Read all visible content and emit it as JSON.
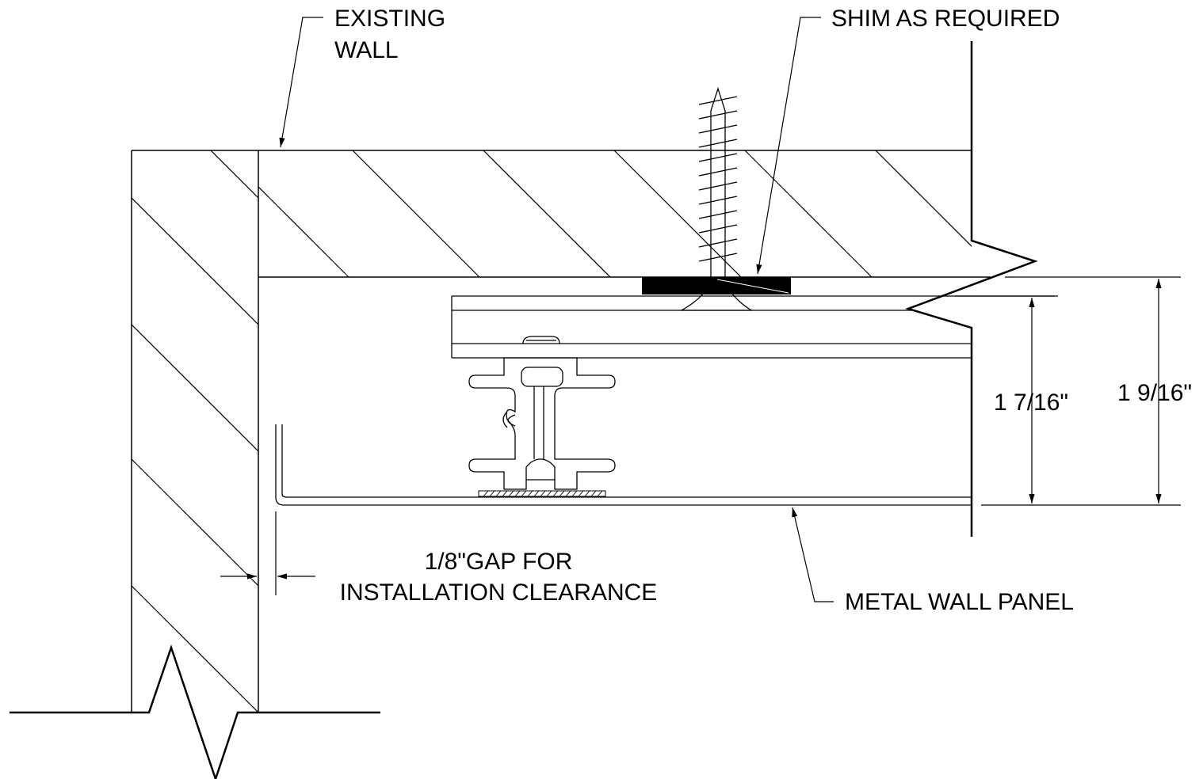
{
  "labels": {
    "existing_wall_line1": "EXISTING",
    "existing_wall_line2": "WALL",
    "shim": "SHIM AS REQUIRED",
    "dim_inner": "1 7/16\"",
    "dim_outer": "1 9/16\"",
    "gap_line1": "1/8\"GAP FOR",
    "gap_line2": "INSTALLATION CLEARANCE",
    "metal_panel": "METAL WALL PANEL"
  },
  "colors": {
    "line": "#000000",
    "background": "#ffffff"
  }
}
